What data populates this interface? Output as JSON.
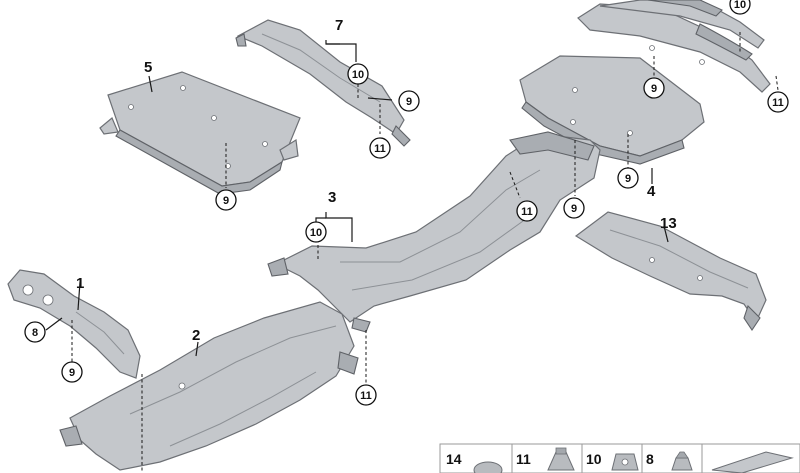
{
  "callouts": {
    "c1": "1",
    "c2": "2",
    "c3": "3",
    "c4": "4",
    "c5": "5",
    "c7": "7",
    "c13": "13"
  },
  "circles": {
    "n8a": "8",
    "n9a": "9",
    "n9b": "9",
    "n9c": "9",
    "n9d": "9",
    "n9e": "9",
    "n9f": "9",
    "n10a": "10",
    "n10b": "10",
    "n10c": "10",
    "n11a": "11",
    "n11b": "11",
    "n11c": "11",
    "n11d": "11"
  },
  "legend": {
    "l14": "14",
    "l11": "11",
    "l10": "10",
    "l8": "8"
  }
}
